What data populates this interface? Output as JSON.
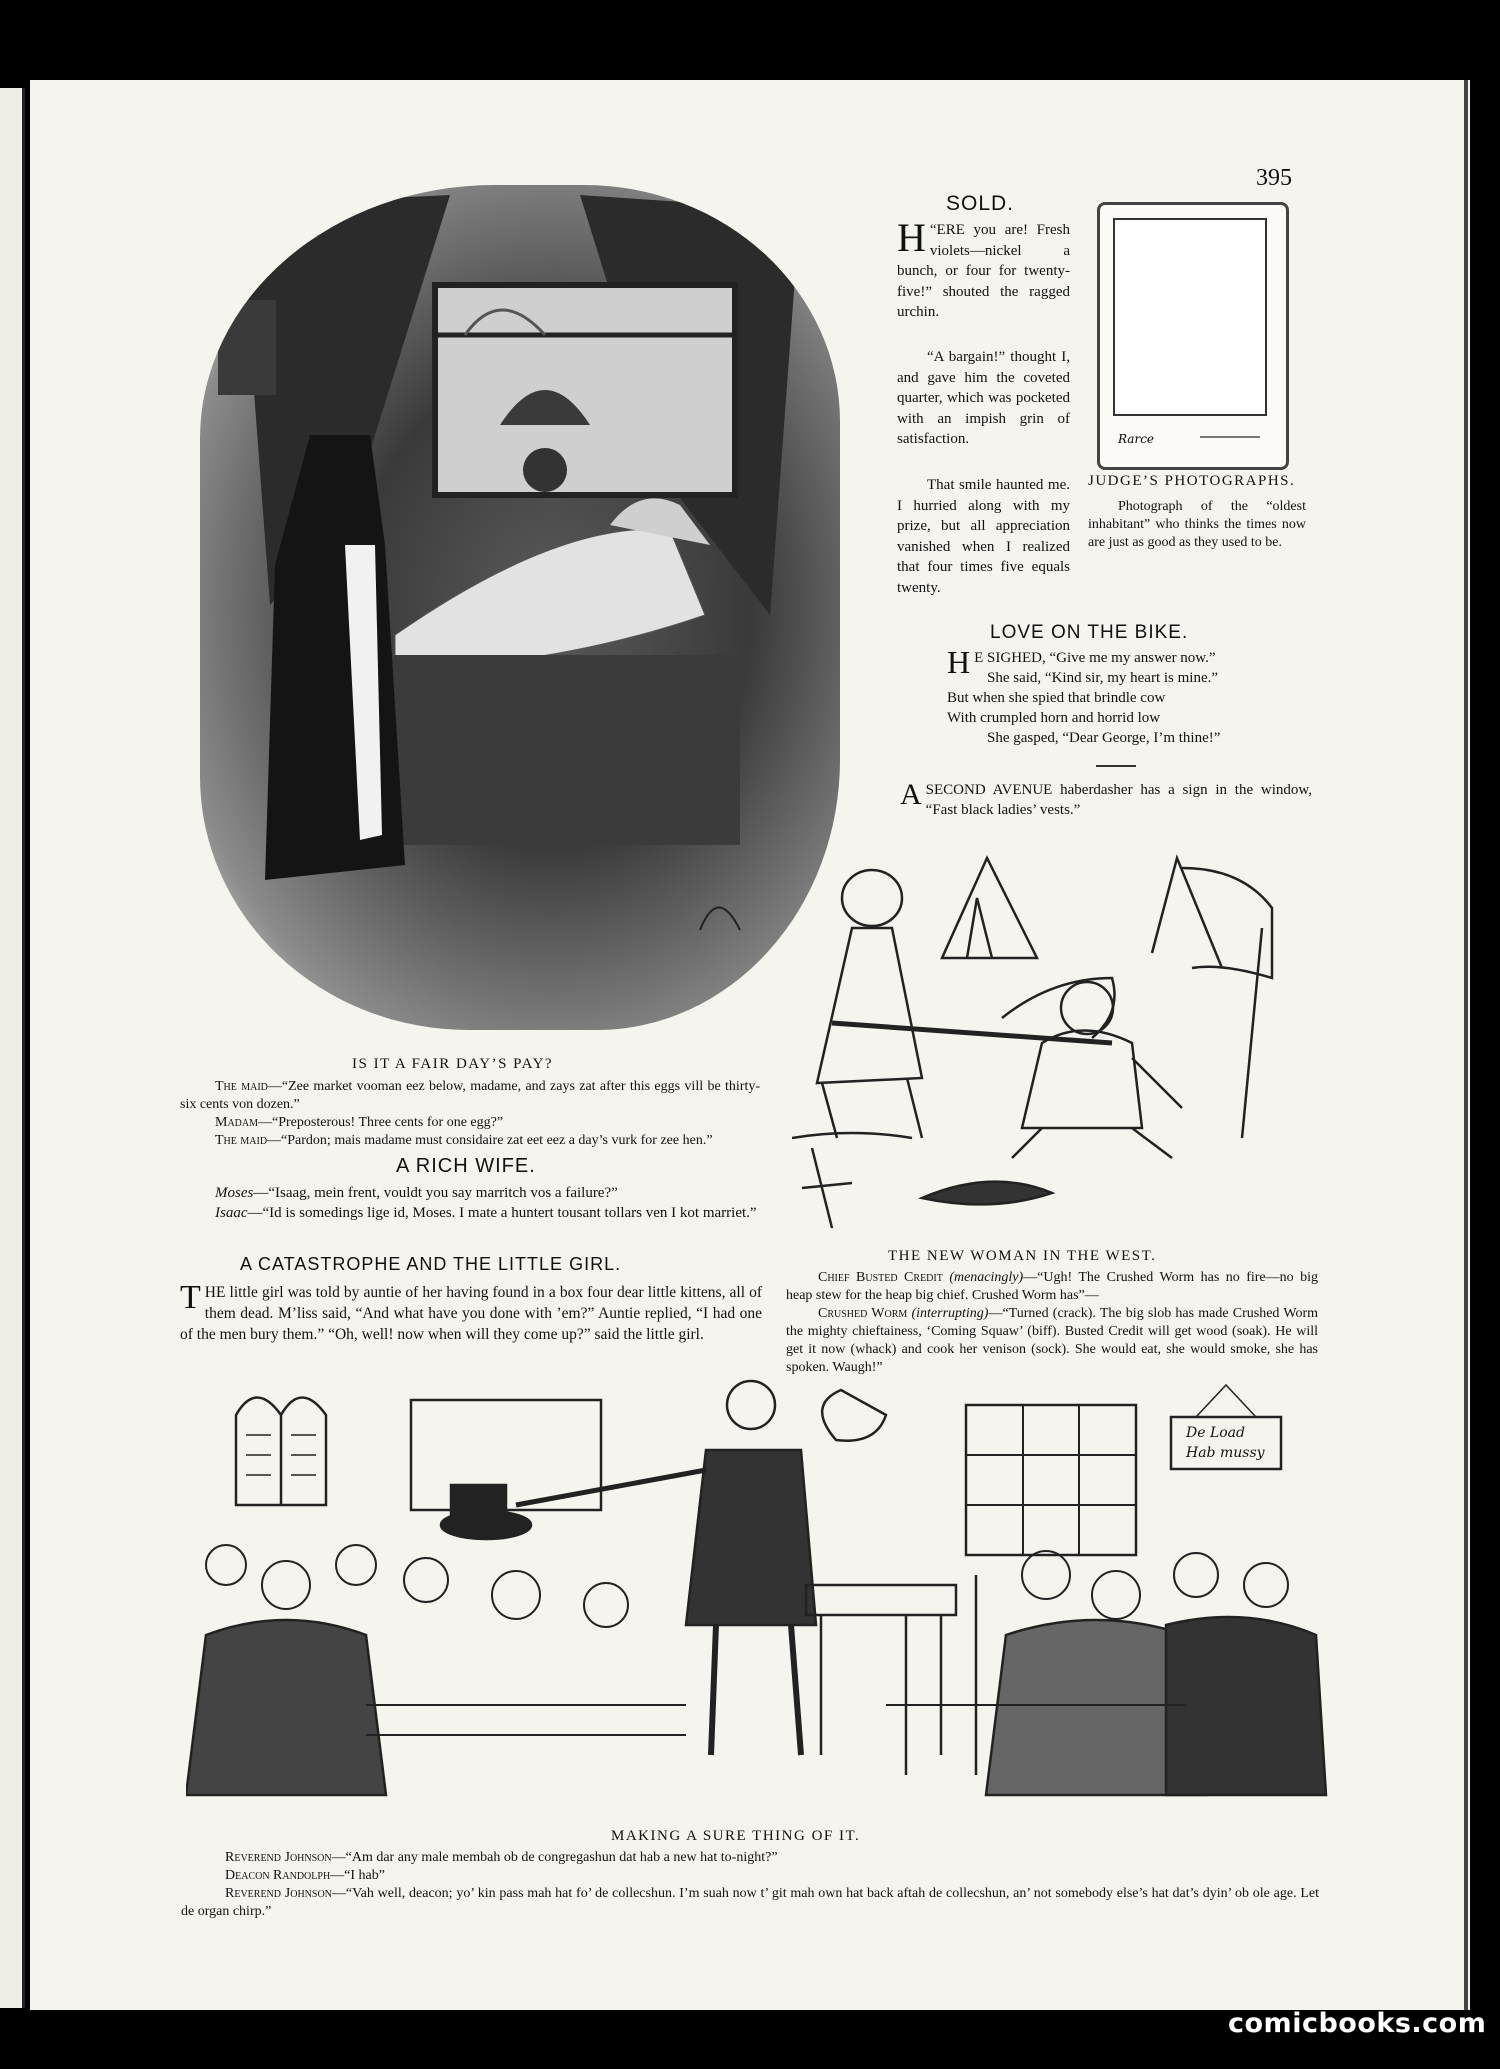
{
  "page": {
    "number": "395"
  },
  "sold": {
    "title": "SOLD.",
    "p1_drop": "H",
    "p1": "“ERE you are! Fresh violets—nickel a bunch, or four for twenty-five!” shouted the ragged urchin.",
    "p2": "“A bargain!” thought I, and gave him the coveted quarter, which was pocketed with an impish grin of satisfaction.",
    "p3": "That smile haunted me. I hurried along with my prize, but all appreciation vanished when I realized that four times five equals twenty."
  },
  "judges_photographs": {
    "title": "JUDGE’S PHOTOGRAPHS.",
    "caption": "Photograph of the “oldest inhabitant” who thinks the times now are just as good as they used to be.",
    "signature": "Rarce"
  },
  "love_bike": {
    "title": "LOVE ON THE BIKE.",
    "drop": "H",
    "lines": [
      "E SIGHED, “Give me my answer now.”",
      "She said, “Kind sir, my heart is mine.”",
      "But when she spied that brindle cow",
      "With crumpled horn and horrid low",
      "She gasped, “Dear George, I’m thine!”"
    ]
  },
  "second_avenue": {
    "drop": "A",
    "text": "SECOND AVENUE haberdasher has a sign in the window, “Fast black ladies’ vests.”"
  },
  "fair_days_pay": {
    "title": "IS IT A FAIR DAY’S PAY?",
    "lines": [
      {
        "speaker": "The maid",
        "text": "—“Zee market vooman eez below, madame, and zays zat after this eggs vill be thirty-six cents von dozen.”"
      },
      {
        "speaker": "Madam",
        "text": "—“Preposterous! Three cents for one egg?”"
      },
      {
        "speaker": "The maid",
        "text": "—“Pardon; mais madame must considaire zat eet eez a day’s vurk for zee hen.”"
      }
    ]
  },
  "rich_wife": {
    "title": "A RICH WIFE.",
    "lines": [
      {
        "speaker": "Moses",
        "text": "—“Isaag, mein frent, vouldt you say marritch vos a failure?”"
      },
      {
        "speaker": "Isaac",
        "text": "—“Id is somedings lige id, Moses. I mate a huntert tousant tollars ven I kot marriet.”"
      }
    ]
  },
  "catastrophe": {
    "title": "A CATASTROPHE AND THE LITTLE GIRL.",
    "drop": "T",
    "text": "HE little girl was told by auntie of her having found in a box four dear little kittens, all of them dead. M’liss said, “And what have you done with ’em?” Auntie replied, “I had one of the men bury them.” “Oh, well! now when will they come up?” said the little girl."
  },
  "new_woman": {
    "title": "THE NEW WOMAN IN THE WEST.",
    "lines": [
      {
        "speaker": "Chief Busted Credit",
        "stage": "(menacingly)",
        "text": "—“Ugh! The Crushed Worm has no fire—no big heap stew for the heap big chief. Crushed Worm has”—"
      },
      {
        "speaker": "Crushed Worm",
        "stage": "(interrupting)",
        "text": "—“Turned (crack). The big slob has made Crushed Worm the mighty chieftainess, ‘Coming Squaw’ (biff). Busted Credit will get wood (soak). He will get it now (whack) and cook her venison (sock). She would eat, she would smoke, she has spoken. Waugh!”"
      }
    ]
  },
  "sure_thing": {
    "title": "MAKING A SURE THING OF IT.",
    "sign": [
      "De Load",
      "Hab mussy"
    ],
    "lines": [
      {
        "speaker": "Reverend Johnson",
        "text": "—“Am dar any male membah ob de congregashun dat hab a new hat to-night?”"
      },
      {
        "speaker": "Deacon Randolph",
        "text": "—“I hab”"
      },
      {
        "speaker": "Reverend Johnson",
        "text": "—“Vah well, deacon; yo’ kin pass mah hat fo’ de collecshun. I’m suah now t’ git mah own hat back aftah de collecshun, an’ not somebody else’s hat dat’s dyin’ ob ole age. Let de organ chirp.”"
      }
    ]
  },
  "footer": {
    "watermark": "comicbooks.com"
  }
}
